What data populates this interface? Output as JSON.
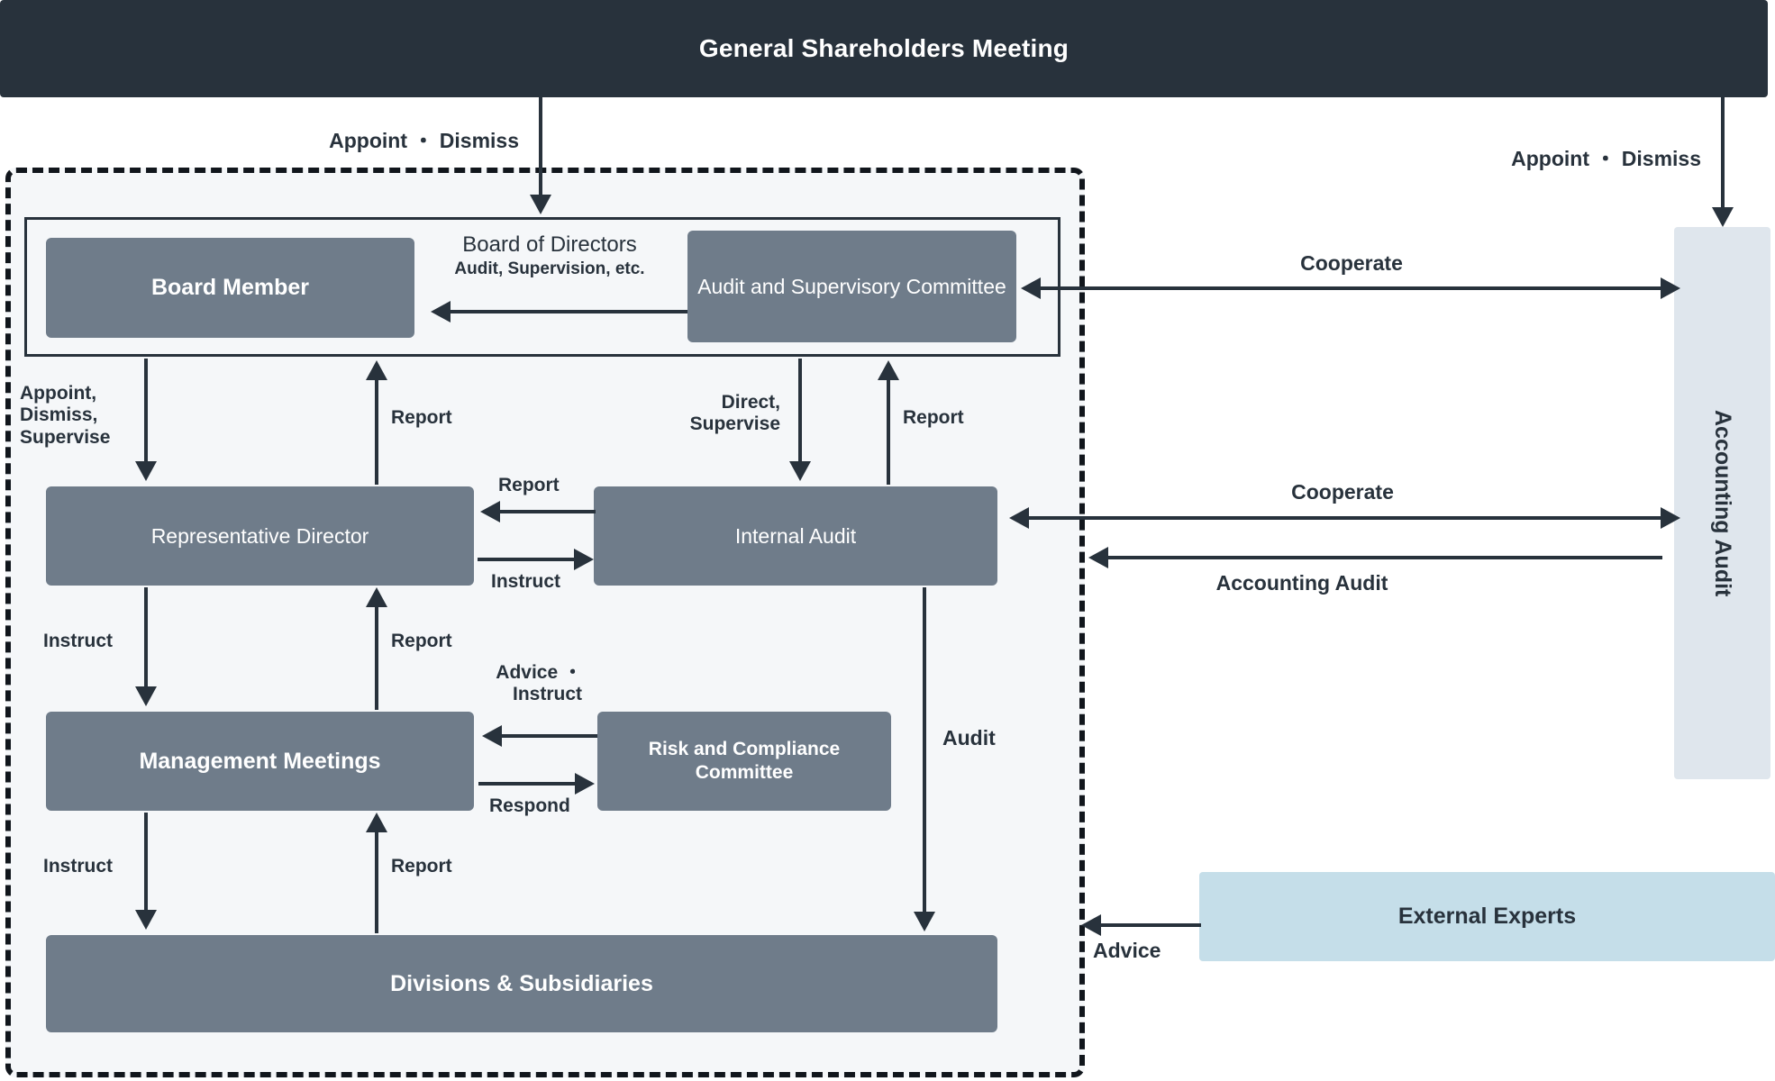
{
  "header": {
    "title": "General Shareholders Meeting"
  },
  "board_group": {
    "caption_main": "Board of Directors",
    "caption_sub": "Audit, Supervision, etc."
  },
  "nodes": {
    "board_member": "Board Member",
    "audit_supervisory_committee": "Audit and Supervisory Committee",
    "representative_director": "Representative Director",
    "internal_audit": "Internal Audit",
    "management_meetings": "Management Meetings",
    "risk_compliance_committee": "Risk and Compliance Committee",
    "divisions_subsidiaries": "Divisions & Subsidiaries",
    "accounting_audit": "Accounting Audit",
    "external_experts": "External Experts"
  },
  "edges": {
    "appoint_dismiss_left": "Appoint ・ Dismiss",
    "appoint_dismiss_right": "Appoint ・ Dismiss",
    "appoint_dismiss_supervise": "Appoint,\nDismiss,\nSupervise",
    "report_board": "Report",
    "direct_supervise": "Direct,\nSupervise",
    "report_audit_committee": "Report",
    "report_to_rep_director": "Report",
    "instruct_internal_audit": "Instruct",
    "instruct_mgmt": "Instruct",
    "report_mgmt": "Report",
    "advice_instruct": "Advice ・\nInstruct",
    "respond": "Respond",
    "instruct_divisions": "Instruct",
    "report_divisions": "Report",
    "audit": "Audit",
    "cooperate_top": "Cooperate",
    "cooperate_mid": "Cooperate",
    "accounting_audit_edge": "Accounting Audit",
    "advice_external": "Advice"
  },
  "colors": {
    "header_bg": "#28323c",
    "node_bg": "#6f7c8a",
    "external_light": "#dfe6ed",
    "external_experts_bg": "#c5dee9",
    "boundary_fill": "#f5f7f9",
    "stroke": "#28323c"
  }
}
